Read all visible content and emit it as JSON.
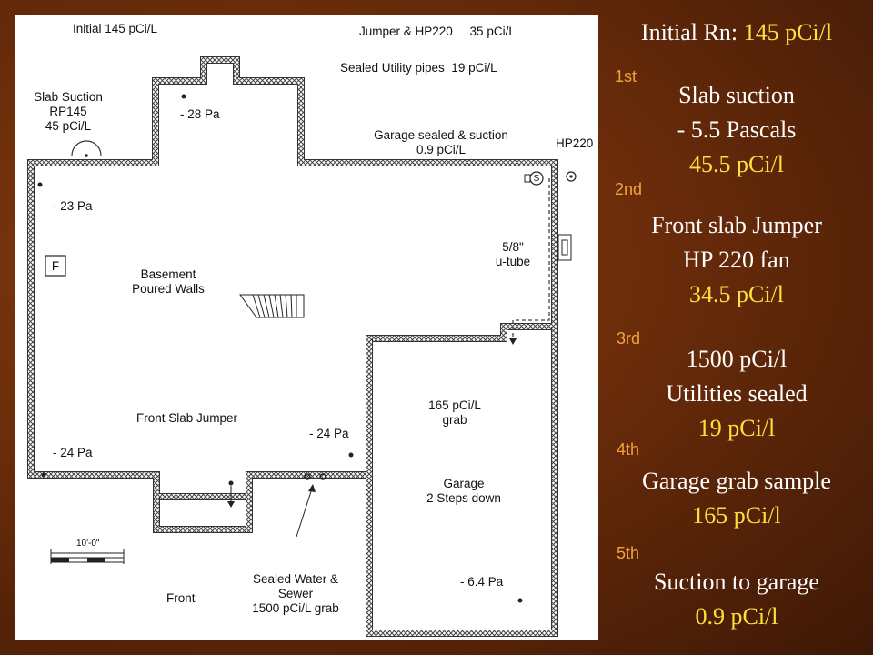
{
  "plan": {
    "initial": "Initial 145 pCi/L",
    "slab_suction": [
      "Slab Suction",
      "RP145",
      "45 pCi/L"
    ],
    "jumper_hp": "Jumper & HP220     35 pCi/L",
    "sealed_utility": "Sealed Utility pipes  19 pCi/L",
    "garage_sealed": [
      "Garage sealed & suction",
      "0.9 pCi/L"
    ],
    "hp220": "HP220",
    "pa_28": "- 28 Pa",
    "pa_23": "- 23 Pa",
    "pa_24_left": "- 24 Pa",
    "pa_24_mid": "- 24 Pa",
    "pa_64": "- 6.4 Pa",
    "utube": [
      "5/8\"",
      "u-tube"
    ],
    "basement": [
      "Basement",
      "Poured Walls"
    ],
    "furnace": "F",
    "front_slab_jumper": "Front Slab Jumper",
    "grab": [
      "165 pCi/L",
      "grab"
    ],
    "garage": [
      "Garage",
      "2 Steps down"
    ],
    "sealed_water": [
      "Sealed Water &",
      "Sewer",
      "1500 pCi/L grab"
    ],
    "scale": "10'-0\"",
    "front": "Front",
    "suction_symbol": "S"
  },
  "summary": {
    "initial_label": "Initial Rn: ",
    "initial_value": "145 pCi/l",
    "steps": [
      {
        "num": "1st",
        "lines": [
          "Slab suction",
          "- 5.5 Pascals"
        ],
        "value": "45.5 pCi/l"
      },
      {
        "num": "2nd",
        "lines": [
          "Front slab Jumper",
          "HP 220 fan"
        ],
        "value": "34.5 pCi/l"
      },
      {
        "num": "3rd",
        "lines": [
          "1500 pCi/l",
          "Utilities sealed"
        ],
        "value": "19 pCi/l"
      },
      {
        "num": "4th",
        "lines": [
          "Garage grab sample"
        ],
        "value": "165 pCi/l"
      },
      {
        "num": "5th",
        "lines": [
          "Suction to garage"
        ],
        "value": "0.9 pCi/l"
      }
    ]
  }
}
